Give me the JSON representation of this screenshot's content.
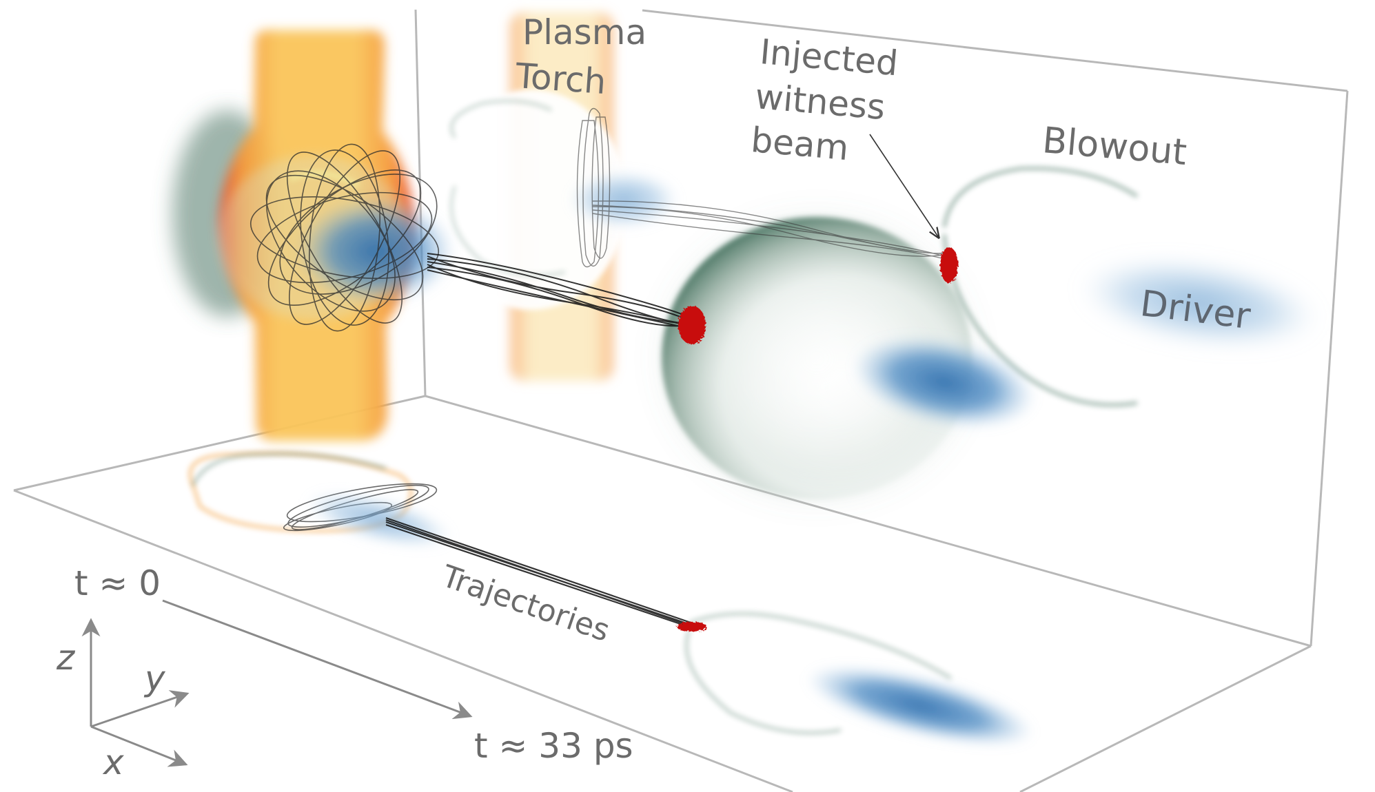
{
  "labels": {
    "plasma_torch_line1": "Plasma",
    "plasma_torch_line2": "Torch",
    "injected_line1": "Injected",
    "injected_line2": "witness",
    "injected_line3": "beam",
    "blowout": "Blowout",
    "driver": "Driver",
    "trajectories": "Trajectories"
  },
  "time_axis": {
    "t_start_symbol": "t",
    "t_start_value": "≈ 0",
    "t_end_symbol": "t",
    "t_end_value": "≈ 33 ps"
  },
  "coordinate_axes": {
    "z": "z",
    "y": "y",
    "x": "x"
  },
  "colors": {
    "text": "#6b6b6b",
    "frame": "#b5b5b5",
    "plasma_torch_core": "#f7b84a",
    "plasma_torch_edge": "#e84a2e",
    "beam_blue": "#3f7fb8",
    "sheath_green": "#4e7866",
    "witness_red": "#c81010",
    "trajectory": "#1e1e1e"
  }
}
